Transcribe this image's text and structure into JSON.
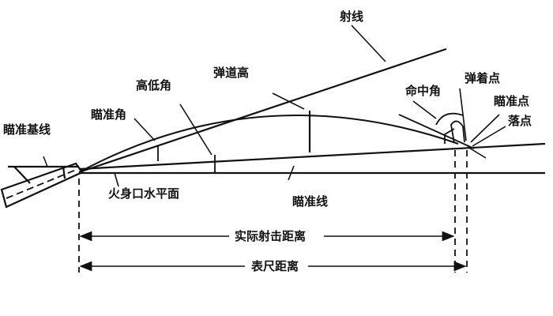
{
  "labels": {
    "line_of_fire": "射线",
    "trajectory_height": "弹道高",
    "angle_of_site": "高低角",
    "angle_of_elevation": "瞄准角",
    "sight_base_line": "瞄准基线",
    "angle_of_impact": "命中角",
    "point_of_impact": "弹着点",
    "aiming_point": "瞄准点",
    "level_point": "落点",
    "muzzle_horizontal_plane": "火身口水平面",
    "line_of_sight": "瞄准线",
    "actual_firing_range": "实际射击距离",
    "sight_range": "表尺距离"
  },
  "colors": {
    "ink": "#111111"
  }
}
